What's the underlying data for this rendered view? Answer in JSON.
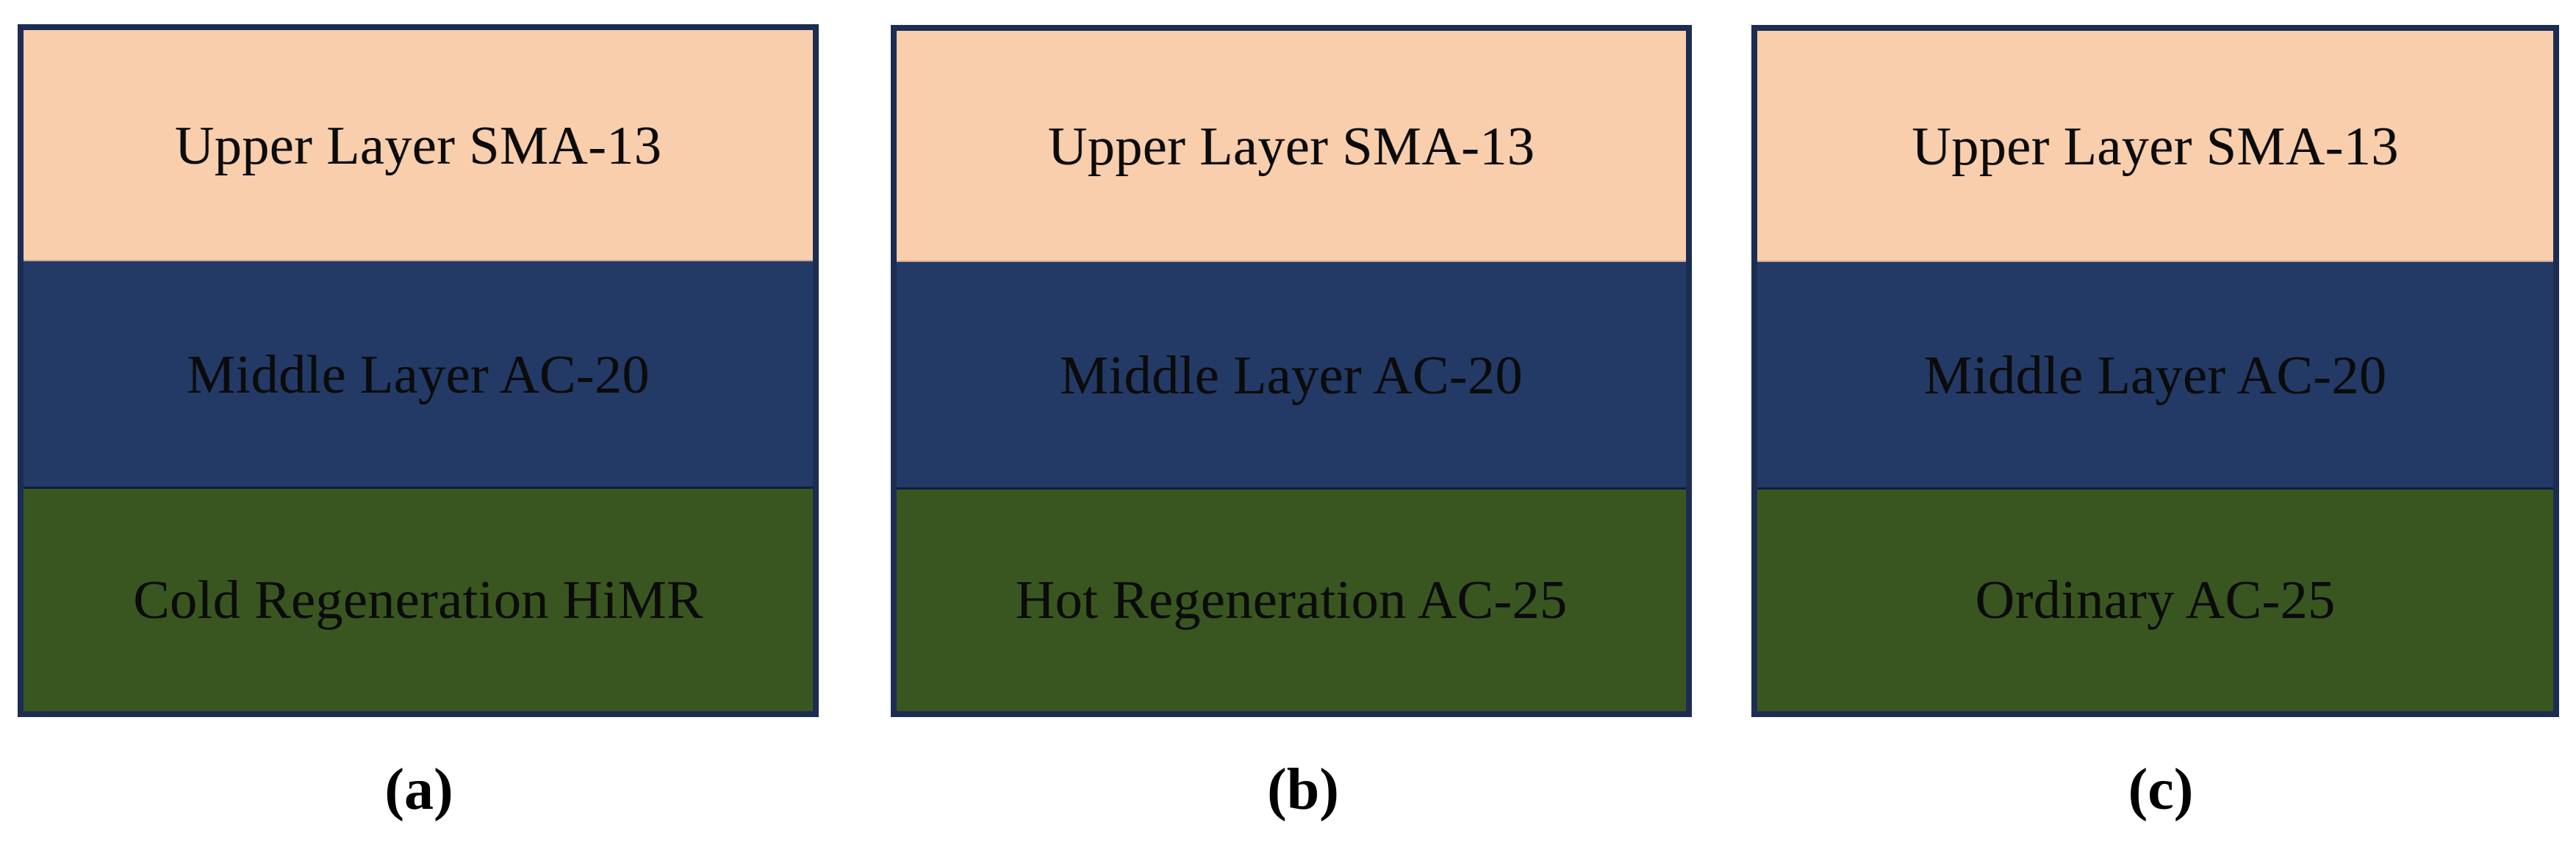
{
  "figure": {
    "type": "diagram",
    "subject": "asphalt-pavement-structure-cross-sections",
    "panel_count": 3,
    "colors": {
      "upper_layer_fill": "#f8ceac",
      "middle_layer_fill": "#233a66",
      "lower_layer_fill": "#3a5620",
      "panel_border": "#1c2d52",
      "label_text": "#0b0b0b",
      "caption_text": "#000000",
      "background": "#ffffff"
    }
  },
  "panels": [
    {
      "id": "a",
      "caption": "(a)",
      "layers": [
        {
          "position": "upper",
          "label": "Upper Layer  SMA-13"
        },
        {
          "position": "middle",
          "label": "Middle Layer  AC-20"
        },
        {
          "position": "lower",
          "label": "Cold Regeneration HiMR"
        }
      ]
    },
    {
      "id": "b",
      "caption": "(b)",
      "layers": [
        {
          "position": "upper",
          "label": "Upper Layer  SMA-13"
        },
        {
          "position": "middle",
          "label": "Middle Layer  AC-20"
        },
        {
          "position": "lower",
          "label": "Hot Regeneration  AC-25"
        }
      ]
    },
    {
      "id": "c",
      "caption": "(c)",
      "layers": [
        {
          "position": "upper",
          "label": "Upper Layer  SMA-13"
        },
        {
          "position": "middle",
          "label": "Middle Layer  AC-20"
        },
        {
          "position": "lower",
          "label": "Ordinary  AC-25"
        }
      ]
    }
  ]
}
